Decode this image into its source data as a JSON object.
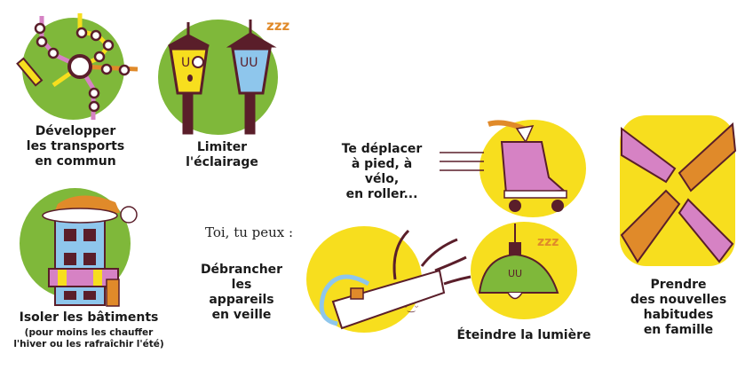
{
  "intro": "Toi, tu peux :",
  "colors": {
    "green": "#7fb83a",
    "yellow": "#f7de1e",
    "outline": "#5a1e2a",
    "pink": "#d682c4",
    "orange": "#e08a2a",
    "blue": "#8ec6ec"
  },
  "items": [
    {
      "id": "transports",
      "icon": "metro-map-icon",
      "caption": "Développer\nles transports\nen commun"
    },
    {
      "id": "eclairage",
      "icon": "street-lamps-icon",
      "caption": "Limiter\nl'éclairage",
      "zzz": "zzz"
    },
    {
      "id": "batiments",
      "icon": "building-scarf-icon",
      "caption": "Isoler les bâtiments",
      "subcaption": "(pour moins les chauffer\nl'hiver ou les rafraîchir l'été)"
    },
    {
      "id": "deplacer",
      "icon": "roller-skate-icon",
      "caption": "Te déplacer\nà pied, à vélo,\nen roller..."
    },
    {
      "id": "debrancher",
      "icon": "power-strip-icon",
      "caption": "Débrancher\nles appareils\nen veille"
    },
    {
      "id": "eteindre",
      "icon": "hanging-lamp-icon",
      "caption": "Éteindre la lumière",
      "zzz": "zzz"
    },
    {
      "id": "famille",
      "icon": "hands-together-icon",
      "caption": "Prendre\ndes nouvelles\nhabitudes\nen famille"
    }
  ]
}
